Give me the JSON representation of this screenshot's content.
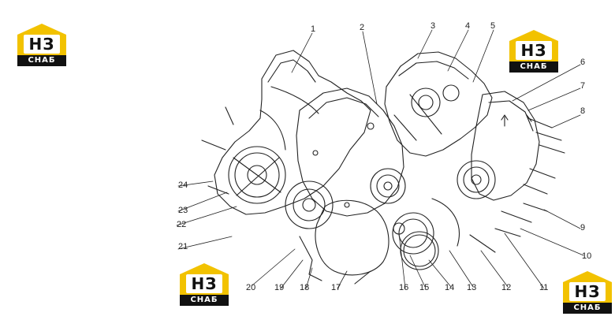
{
  "logo": {
    "mark": "НЗ",
    "caption": "СНАБ"
  },
  "callouts": [
    "1",
    "2",
    "3",
    "4",
    "5",
    "6",
    "7",
    "8",
    "9",
    "10",
    "11",
    "12",
    "13",
    "14",
    "15",
    "16",
    "17",
    "18",
    "19",
    "20",
    "21",
    "22",
    "23",
    "24"
  ]
}
